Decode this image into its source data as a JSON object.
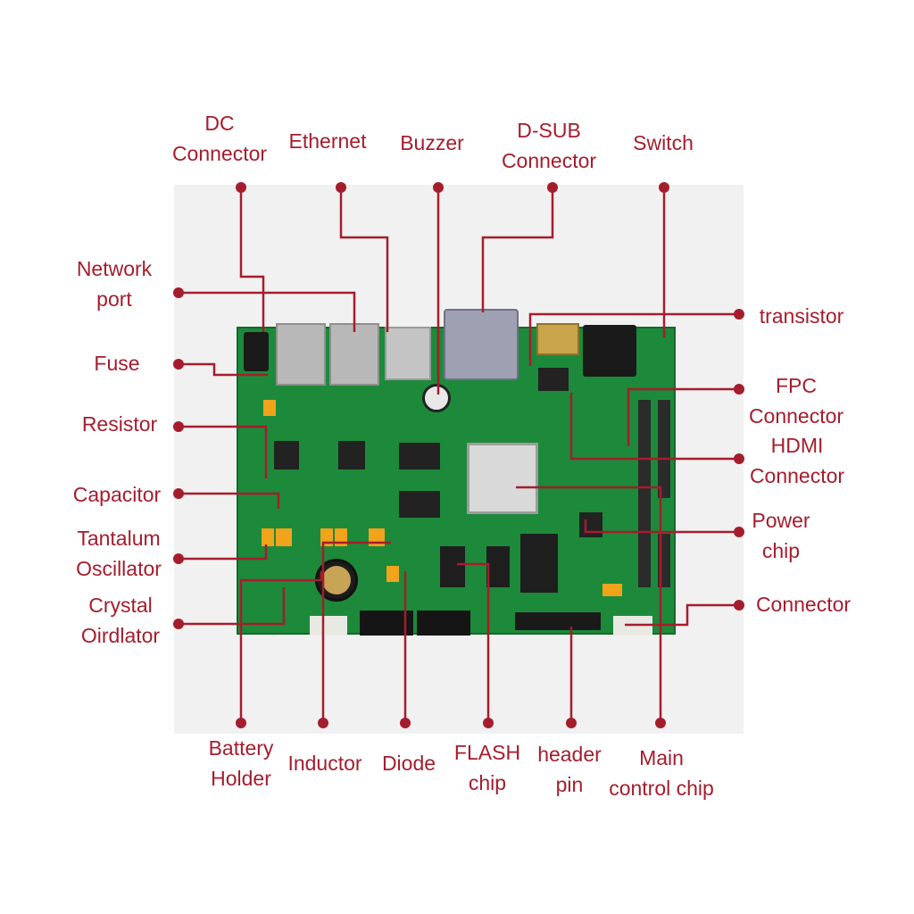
{
  "accent_color": "#a51d2d",
  "board_color": "#1c8a3a",
  "labels": {
    "dc_connector": "DC\nConnector",
    "ethernet": "Ethernet",
    "buzzer": "Buzzer",
    "dsub_connector": "D-SUB\nConnector",
    "switch": "Switch",
    "network_port": "Network\nport",
    "fuse": "Fuse",
    "resistor": "Resistor",
    "capacitor": "Capacitor",
    "tantalum_oscillator": "Tantalum\nOscillator",
    "crystal_oirdlator": "Crystal\nOirdlator",
    "transistor": "transistor",
    "fpc_connector": "FPC\nConnector",
    "hdmi_connector": "HDMI\nConnector",
    "power_chip": "Power\nchip",
    "connector": "Connector",
    "battery_holder": "Battery\nHolder",
    "inductor": "Inductor",
    "diode": "Diode",
    "flash_chip": "FLASH\nchip",
    "header_pin": "header\npin",
    "main_control_chip": "Main\ncontrol chip"
  }
}
